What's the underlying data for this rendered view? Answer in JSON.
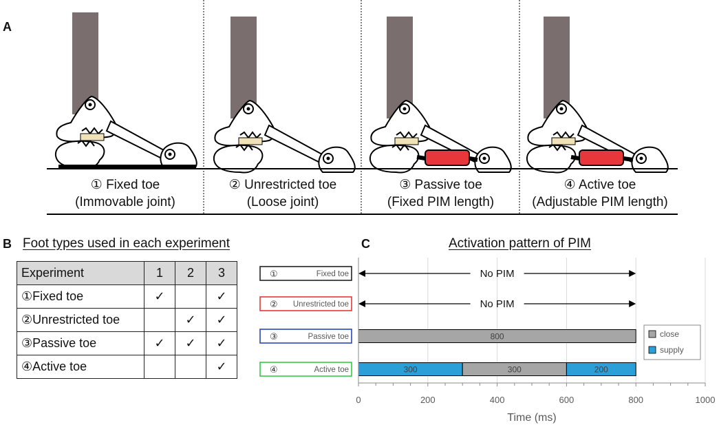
{
  "panelA": {
    "letter": "A",
    "feet": [
      {
        "number": "①",
        "name": "Fixed toe",
        "detail": "(Immovable joint)"
      },
      {
        "number": "②",
        "name": "Unrestricted toe",
        "detail": "(Loose joint)"
      },
      {
        "number": "③",
        "name": "Passive toe",
        "detail": "(Fixed PIM length)"
      },
      {
        "number": "④",
        "name": "Active toe",
        "detail": "(Adjustable PIM length)"
      }
    ]
  },
  "panelB": {
    "letter": "B",
    "title": "Foot types used in each experiment",
    "header": [
      "Experiment",
      "1",
      "2",
      "3"
    ],
    "rows": [
      {
        "label": "①Fixed toe",
        "marks": [
          "✓",
          "",
          "✓"
        ]
      },
      {
        "label": "②Unrestricted toe",
        "marks": [
          "",
          "✓",
          "✓"
        ]
      },
      {
        "label": "③Passive toe",
        "marks": [
          "✓",
          "✓",
          "✓"
        ]
      },
      {
        "label": "④Active toe",
        "marks": [
          "",
          "",
          "✓"
        ]
      }
    ]
  },
  "panelC": {
    "letter": "C",
    "title": "Activation pattern of PIM"
  },
  "colors": {
    "leg": "#7a6e6e",
    "pim": "#e8373a",
    "close": "#a6a6a6",
    "supply": "#2a9fd8",
    "row1": "#222222",
    "row2": "#e8373a",
    "row3": "#2a45b8",
    "row4": "#33cc44"
  },
  "chart_data": {
    "type": "bar",
    "orientation": "horizontal-stacked",
    "xlabel": "Time (ms)",
    "xlim": [
      0,
      1000
    ],
    "xticks": [
      0,
      200,
      400,
      600,
      800,
      1000
    ],
    "grid": true,
    "legend_position": "right",
    "legend": [
      {
        "name": "close",
        "color": "#a6a6a6"
      },
      {
        "name": "supply",
        "color": "#2a9fd8"
      }
    ],
    "rows": [
      {
        "number": "①",
        "label": "Fixed toe",
        "color": "#222222",
        "arrow": {
          "start": 0,
          "end": 800,
          "text": "No PIM"
        },
        "segments": []
      },
      {
        "number": "②",
        "label": "Unrestricted toe",
        "color": "#e8373a",
        "arrow": {
          "start": 0,
          "end": 800,
          "text": "No PIM"
        },
        "segments": []
      },
      {
        "number": "③",
        "label": "Passive toe",
        "color": "#2a45b8",
        "segments": [
          {
            "start": 0,
            "end": 800,
            "type": "close",
            "label": "800"
          }
        ]
      },
      {
        "number": "④",
        "label": "Active toe",
        "color": "#33cc44",
        "segments": [
          {
            "start": 0,
            "end": 300,
            "type": "supply",
            "label": "300"
          },
          {
            "start": 300,
            "end": 600,
            "type": "close",
            "label": "300"
          },
          {
            "start": 600,
            "end": 800,
            "type": "supply",
            "label": "200"
          }
        ]
      }
    ]
  }
}
